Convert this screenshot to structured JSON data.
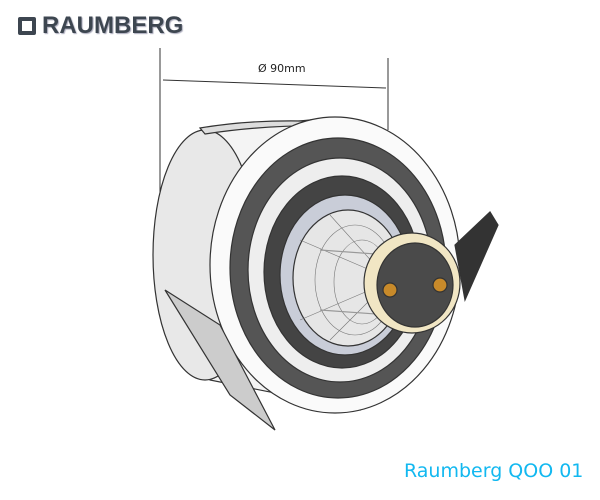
{
  "logo": {
    "text": "RAUMBERG"
  },
  "dimension": {
    "label": "Ø 90mm"
  },
  "caption": "Raumberg QOO 01"
}
